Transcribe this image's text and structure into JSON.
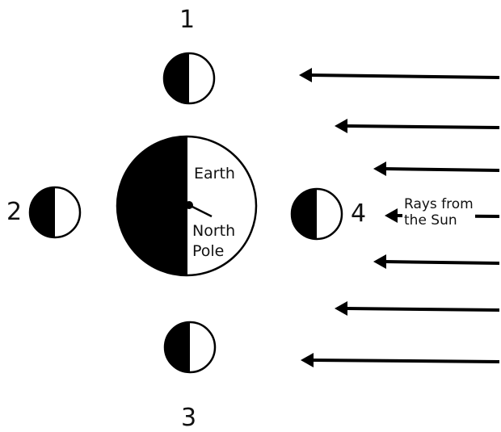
{
  "positions": [
    {
      "label": "1"
    },
    {
      "label": "2"
    },
    {
      "label": "3"
    },
    {
      "label": "4"
    }
  ],
  "earth": {
    "name": "Earth",
    "pole_line1": "North",
    "pole_line2": "Pole"
  },
  "sun": {
    "rays_line1": "Rays from",
    "rays_line2": "the Sun"
  },
  "colors": {
    "ink": "#000000",
    "background": "#ffffff"
  }
}
